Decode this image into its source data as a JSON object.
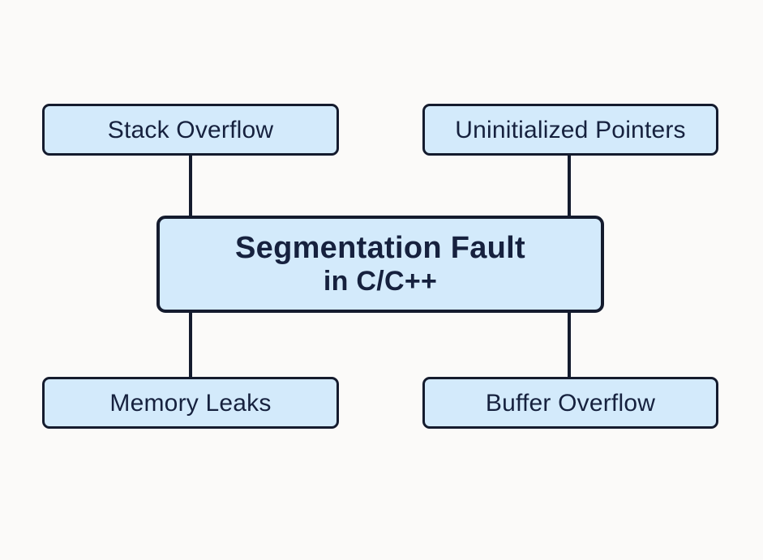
{
  "diagram": {
    "center": {
      "line1": "Segmentation Fault",
      "line2": "in C/C++"
    },
    "nodes": [
      {
        "id": "stack-overflow",
        "label": "Stack Overflow"
      },
      {
        "id": "uninitialized-pointers",
        "label": "Uninitialized Pointers"
      },
      {
        "id": "memory-leaks",
        "label": "Memory Leaks"
      },
      {
        "id": "buffer-overflow",
        "label": "Buffer Overflow"
      }
    ],
    "colors": {
      "background": "#FBFAF9",
      "node_fill": "#D3EAFB",
      "node_border": "#141B2E",
      "text": "#16213E",
      "connector": "#141B2E"
    }
  }
}
